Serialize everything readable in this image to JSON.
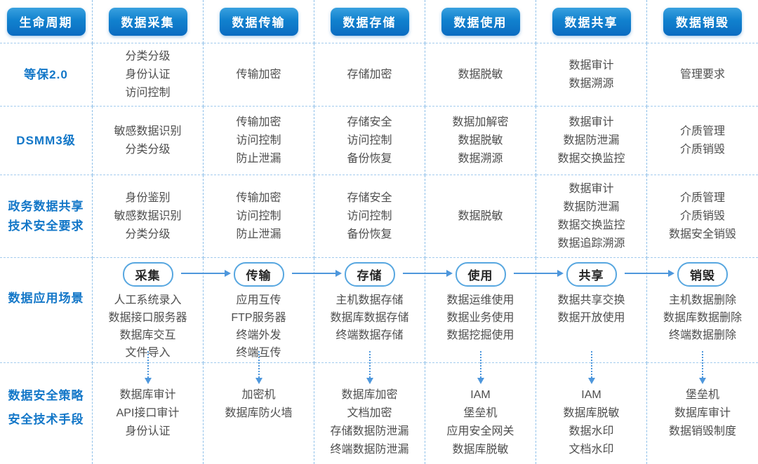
{
  "header": {
    "items": [
      "生命周期",
      "数据采集",
      "数据传输",
      "数据存储",
      "数据使用",
      "数据共享",
      "数据销毁"
    ]
  },
  "standards": [
    {
      "label": "等保2.0",
      "cells": [
        "分类分级\n身份认证\n访问控制",
        "传输加密",
        "存储加密",
        "数据脱敏",
        "数据审计\n数据溯源",
        "管理要求"
      ]
    },
    {
      "label": "DSMM3级",
      "cells": [
        "敏感数据识别\n分类分级",
        "传输加密\n访问控制\n防止泄漏",
        "存储安全\n访问控制\n备份恢复",
        "数据加解密\n数据脱敏\n数据溯源",
        "数据审计\n数据防泄漏\n数据交换监控",
        "介质管理\n介质销毁"
      ]
    },
    {
      "label": "政务数据共享\n技术安全要求",
      "cells": [
        "身份鉴别\n敏感数据识别\n分类分级",
        "传输加密\n访问控制\n防止泄漏",
        "存储安全\n访问控制\n备份恢复",
        "数据脱敏",
        "数据审计\n数据防泄漏\n数据交换监控\n数据追踪溯源",
        "介质管理\n介质销毁\n数据安全销毁"
      ]
    }
  ],
  "scenarios": {
    "label": "数据应用场景",
    "items": [
      {
        "pill": "采集",
        "list": "人工系统录入\n数据接口服务器\n数据库交互\n文件导入"
      },
      {
        "pill": "传输",
        "list": "应用互传\nFTP服务器\n终端外发\n终端互传"
      },
      {
        "pill": "存储",
        "list": "主机数据存储\n数据库数据存储\n终端数据存储"
      },
      {
        "pill": "使用",
        "list": "数据运维使用\n数据业务使用\n数据挖掘使用"
      },
      {
        "pill": "共享",
        "list": "数据共享交换\n数据开放使用"
      },
      {
        "pill": "销毁",
        "list": "主机数据删除\n数据库数据删除\n终端数据删除"
      }
    ]
  },
  "security": {
    "label": "数据安全策略\n安全技术手段",
    "cells": [
      "数据库审计\nAPI接口审计\n身份认证",
      "加密机\n数据库防火墙",
      "数据库加密\n文档加密\n存储数据防泄漏\n终端数据防泄漏",
      "IAM\n堡垒机\n应用安全网关\n数据库脱敏",
      "IAM\n数据库脱敏\n数据水印\n文档水印",
      "堡垒机\n数据库审计\n数据销毁制度"
    ]
  },
  "colors": {
    "header_gradient_top": "#39a1df",
    "header_gradient_bottom": "#0b6cc1",
    "label_blue": "#1377c8",
    "cell_text": "#4e4e4e",
    "grid_line": "#8fc0e9",
    "arrow_blue": "#4e97dc",
    "stage_pill_border": "#58a7e0"
  }
}
